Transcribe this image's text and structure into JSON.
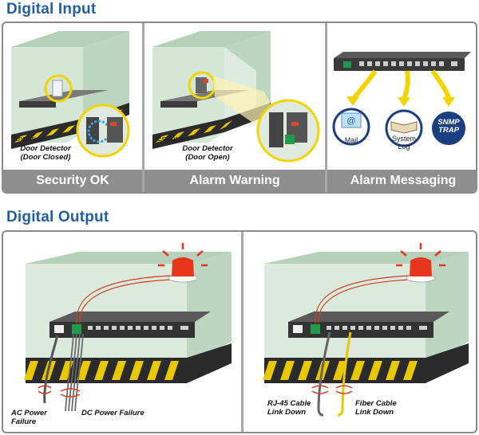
{
  "digital_input": {
    "heading": "Digital Input",
    "panels": [
      {
        "caption": "Security OK",
        "enclosure_label": "Enclosure",
        "detector_label": "Door Detector",
        "detector_state": "(Door Closed)"
      },
      {
        "caption": "Alarm Warning",
        "enclosure_label": "Enclosure",
        "detector_label": "Door Detector",
        "detector_state": "(Door Open)"
      },
      {
        "caption": "Alarm Messaging",
        "outputs": {
          "mail": "Mail",
          "system_log_line1": "System",
          "system_log_line2": "Log",
          "snmp_line1": "SNMP",
          "snmp_line2": "TRAP"
        }
      }
    ]
  },
  "digital_output": {
    "heading": "Digital Output",
    "panels": [
      {
        "labels": {
          "ac_line1": "AC Power",
          "ac_line2": "Failure",
          "dc": "DC Power Failure"
        }
      },
      {
        "labels": {
          "rj45_line1": "RJ-45 Cable",
          "rj45_line2": "Link Down",
          "fiber_line1": "Fiber Cable",
          "fiber_line2": "Link Down"
        }
      }
    ]
  },
  "colors": {
    "heading": "#1f5fa6",
    "caption_bar": "#8e8e8e",
    "enclosure_glass": "#c7dccb",
    "hazard_yellow": "#e8c800",
    "alarm_red": "#e8361c",
    "highlight_yellow": "#f2d400"
  }
}
